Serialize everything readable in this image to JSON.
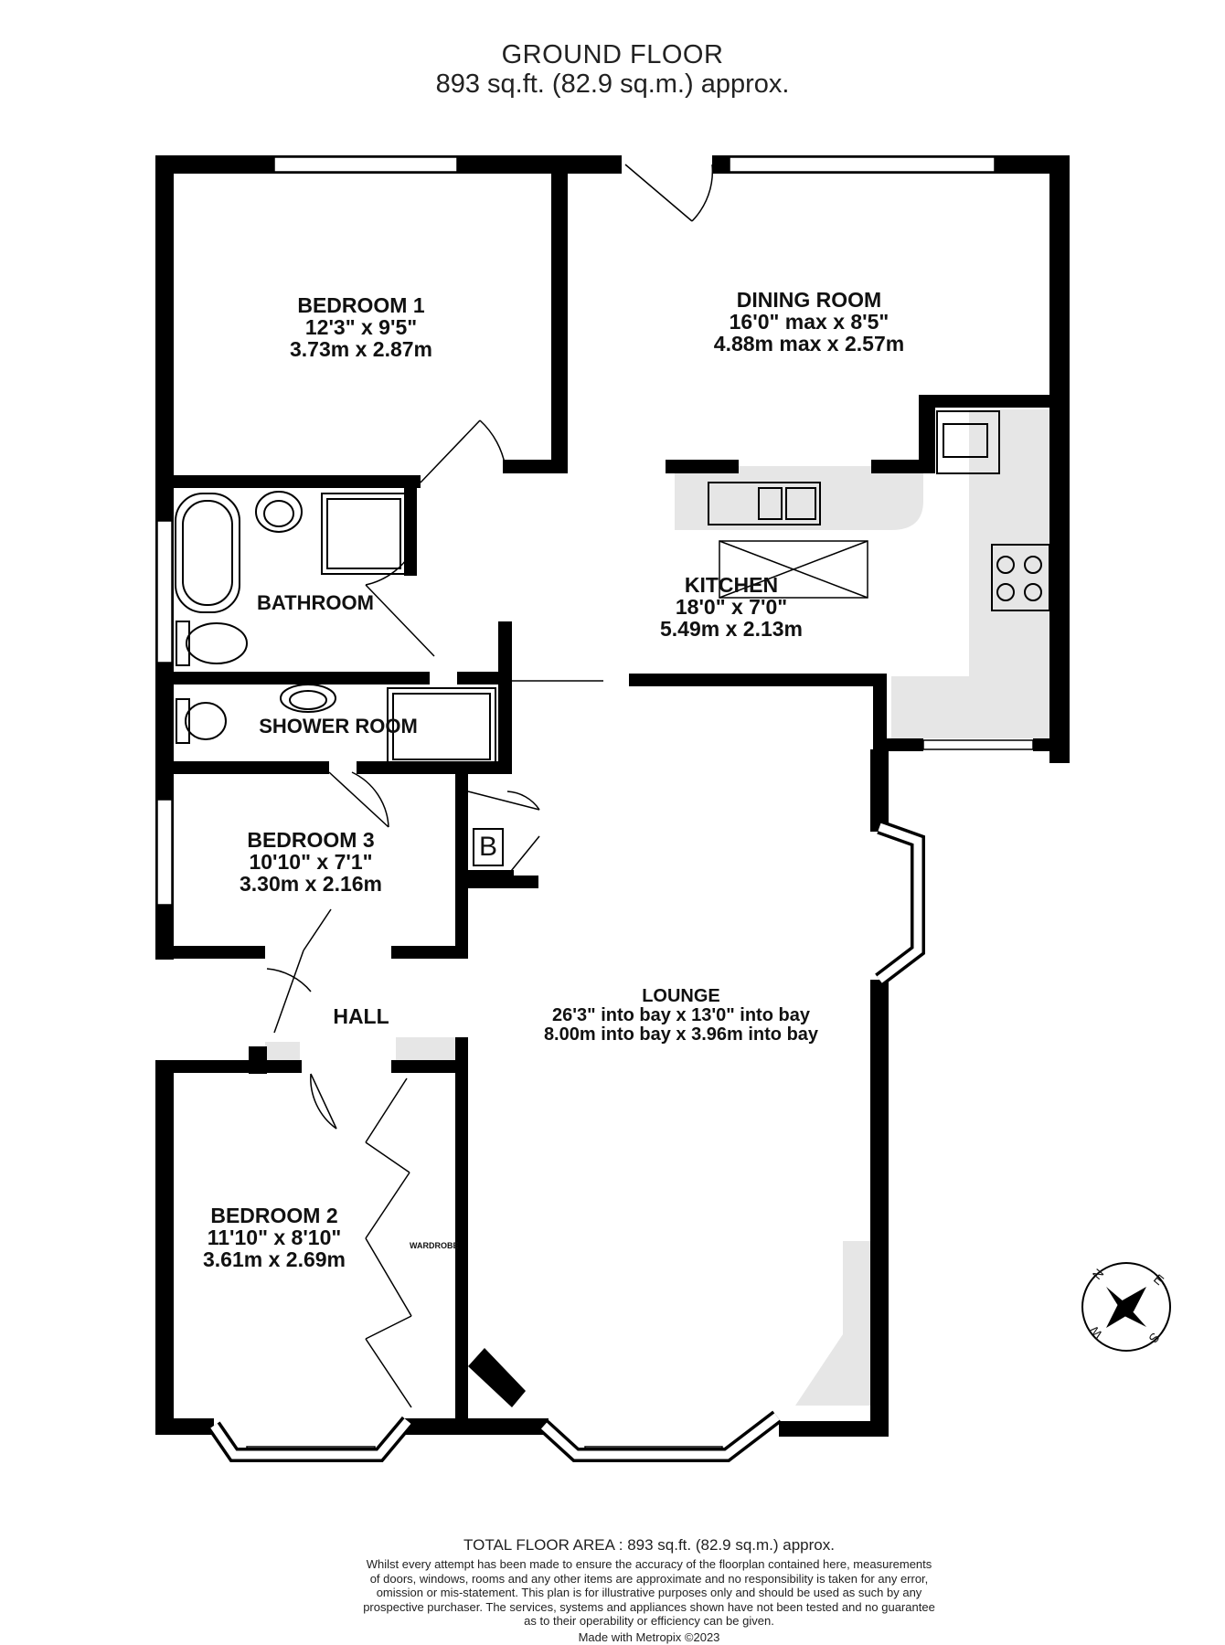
{
  "header": {
    "floor_title": "GROUND FLOOR",
    "floor_area": "893 sq.ft. (82.9 sq.m.) approx."
  },
  "rooms": {
    "bedroom1": {
      "name": "BEDROOM 1",
      "imperial": "12'3\"  x 9'5\"",
      "metric": "3.73m  x 2.87m"
    },
    "dining": {
      "name": "DINING ROOM",
      "imperial": "16'0\" max x 8'5\"",
      "metric": "4.88m max x 2.57m"
    },
    "kitchen": {
      "name": "KITCHEN",
      "imperial": "18'0\"  x 7'0\"",
      "metric": "5.49m  x 2.13m"
    },
    "bathroom": {
      "name": "BATHROOM"
    },
    "shower": {
      "name": "SHOWER ROOM"
    },
    "bedroom3": {
      "name": "BEDROOM 3",
      "imperial": "10'10\"  x 7'1\"",
      "metric": "3.30m  x 2.16m"
    },
    "hall": {
      "name": "HALL"
    },
    "lounge": {
      "name": "LOUNGE",
      "imperial": "26'3\" into bay x 13'0\" into bay",
      "metric": "8.00m into bay x 3.96m into bay"
    },
    "bedroom2": {
      "name": "BEDROOM 2",
      "imperial": "11'10\"  x 8'10\"",
      "metric": "3.61m  x 2.69m"
    }
  },
  "fixtures": {
    "wardrobe_label": "WARDROBE",
    "boiler_label": "B"
  },
  "compass": {
    "n": "N",
    "e": "E",
    "s": "S",
    "w": "W"
  },
  "footer": {
    "total_area": "TOTAL FLOOR AREA : 893 sq.ft. (82.9 sq.m.) approx.",
    "disclaimer_lines": [
      "Whilst every attempt has been made to ensure the accuracy of the floorplan contained here, measurements",
      "of doors, windows, rooms and any other items are approximate and no responsibility is taken for any error,",
      "omission or mis-statement. This plan is for illustrative purposes only and should be used as such by any",
      "prospective purchaser. The services, systems and appliances shown have not been tested and no guarantee",
      "as to their operability or efficiency can be given."
    ],
    "credit": "Made with Metropix ©2023"
  },
  "colors": {
    "wall": "#000000",
    "fixture_fill": "#e6e6e6",
    "window": "#ffffff"
  }
}
